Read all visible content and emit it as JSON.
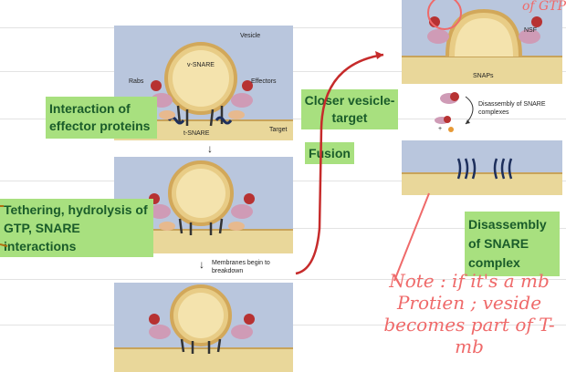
{
  "panels": {
    "top_left": {
      "vesicle": "Vesicle",
      "v_snare": "v-SNARE",
      "rabs": "Rabs",
      "effectors": "Effectors",
      "target": "Target",
      "t_snare": "t-SNARE"
    },
    "middle_left": {
      "membranes_note": "Membranes begin to breakdown"
    },
    "top_right": {
      "nsf": "NSF",
      "snaps": "SNAPs"
    },
    "right_mid": {
      "disassembly": "Disassembly of SNARE complexes",
      "plus": "+"
    }
  },
  "boxes": {
    "interaction": "Interaction of effector proteins",
    "closer": "Closer vesicle-target",
    "fusion": "Fusion",
    "tethering": "Tethering, hydrolysis of GTP, SNARE interactions",
    "disassembly": "Disassembly of SNARE complex"
  },
  "handwriting": {
    "gtp_top": "of GTP",
    "note": "Note : if it's a mb Protien ; veside becomes part of T-mb"
  },
  "colors": {
    "panel_bg": "#b9c6dd",
    "box_bg": "#a8e07f",
    "box_text": "#1a5c2a",
    "ink": "#ef6a6a",
    "arrow": "#c62b2b"
  }
}
